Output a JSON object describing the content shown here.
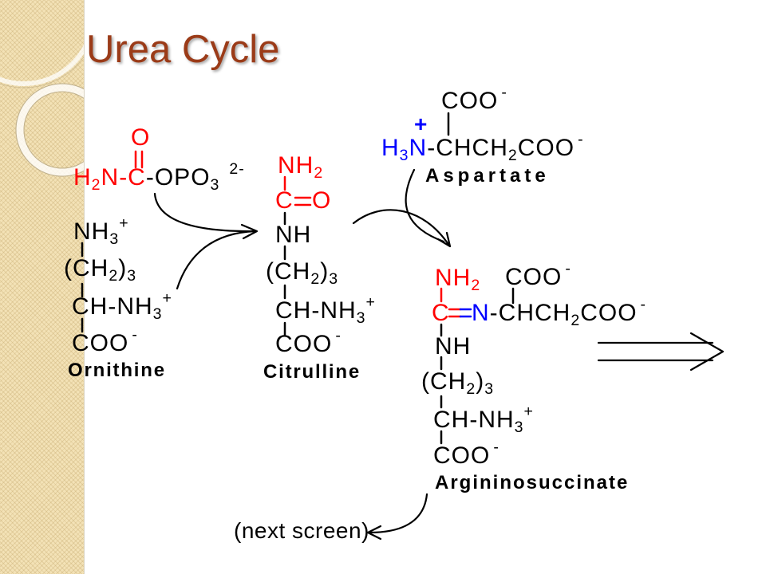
{
  "slide": {
    "title": "Urea Cycle",
    "next_screen": "(next screen)"
  },
  "colors": {
    "title": "#9b3b18",
    "highlight_red": "#ff0000",
    "highlight_blue": "#0000ff",
    "text": "#000000",
    "side_strip": "#f3e2b6"
  },
  "carbamoyl_phosphate": {
    "carbonyl_o": "O",
    "h": "H",
    "h_sub": "2",
    "n_c": "N-C",
    "phosphate": "-OPO",
    "phosphate_sub": "3",
    "charge": "2-"
  },
  "ornithine": {
    "label": "Ornithine",
    "amine": {
      "text": "NH",
      "sub": "3",
      "charge": "+"
    },
    "chain": {
      "open": "(CH",
      "sub": "2",
      "close": ")",
      "count": "3"
    },
    "alpha": {
      "text": "CH-NH",
      "sub": "3",
      "charge": "+"
    },
    "carboxyl": {
      "text": "COO",
      "charge": "-"
    }
  },
  "citrulline": {
    "label": "Citrulline",
    "amide": {
      "text": "NH",
      "sub": "2"
    },
    "carbonyl": {
      "c": "C",
      "o": "O"
    },
    "imino": "NH",
    "chain": {
      "open": "(CH",
      "sub": "2",
      "close": ")",
      "count": "3"
    },
    "alpha": {
      "text": "CH-NH",
      "sub": "3",
      "charge": "+"
    },
    "carboxyl": {
      "text": "COO",
      "charge": "-"
    }
  },
  "aspartate": {
    "label": "Aspartate",
    "carboxyl": {
      "text": "COO",
      "charge": "-"
    },
    "amine_charge": "+",
    "h": "H",
    "h_sub": "3",
    "n": "N",
    "chain": "-CHCH",
    "chain_sub": "2",
    "end": "COO",
    "end_charge": "-"
  },
  "argininosuccinate": {
    "label": "Argininosuccinate",
    "amide": {
      "text": "NH",
      "sub": "2"
    },
    "c": "C",
    "n": "N",
    "chain": "-CHCH",
    "chain_sub": "2",
    "end": "COO",
    "end_charge": "-",
    "side_carboxyl": {
      "text": "COO",
      "charge": "-"
    },
    "imino": "NH",
    "ch2_chain": {
      "open": "(CH",
      "sub": "2",
      "close": ")",
      "count": "3"
    },
    "alpha": {
      "text": "CH-NH",
      "sub": "3",
      "charge": "+"
    },
    "carboxyl": {
      "text": "COO",
      "charge": "-"
    }
  }
}
